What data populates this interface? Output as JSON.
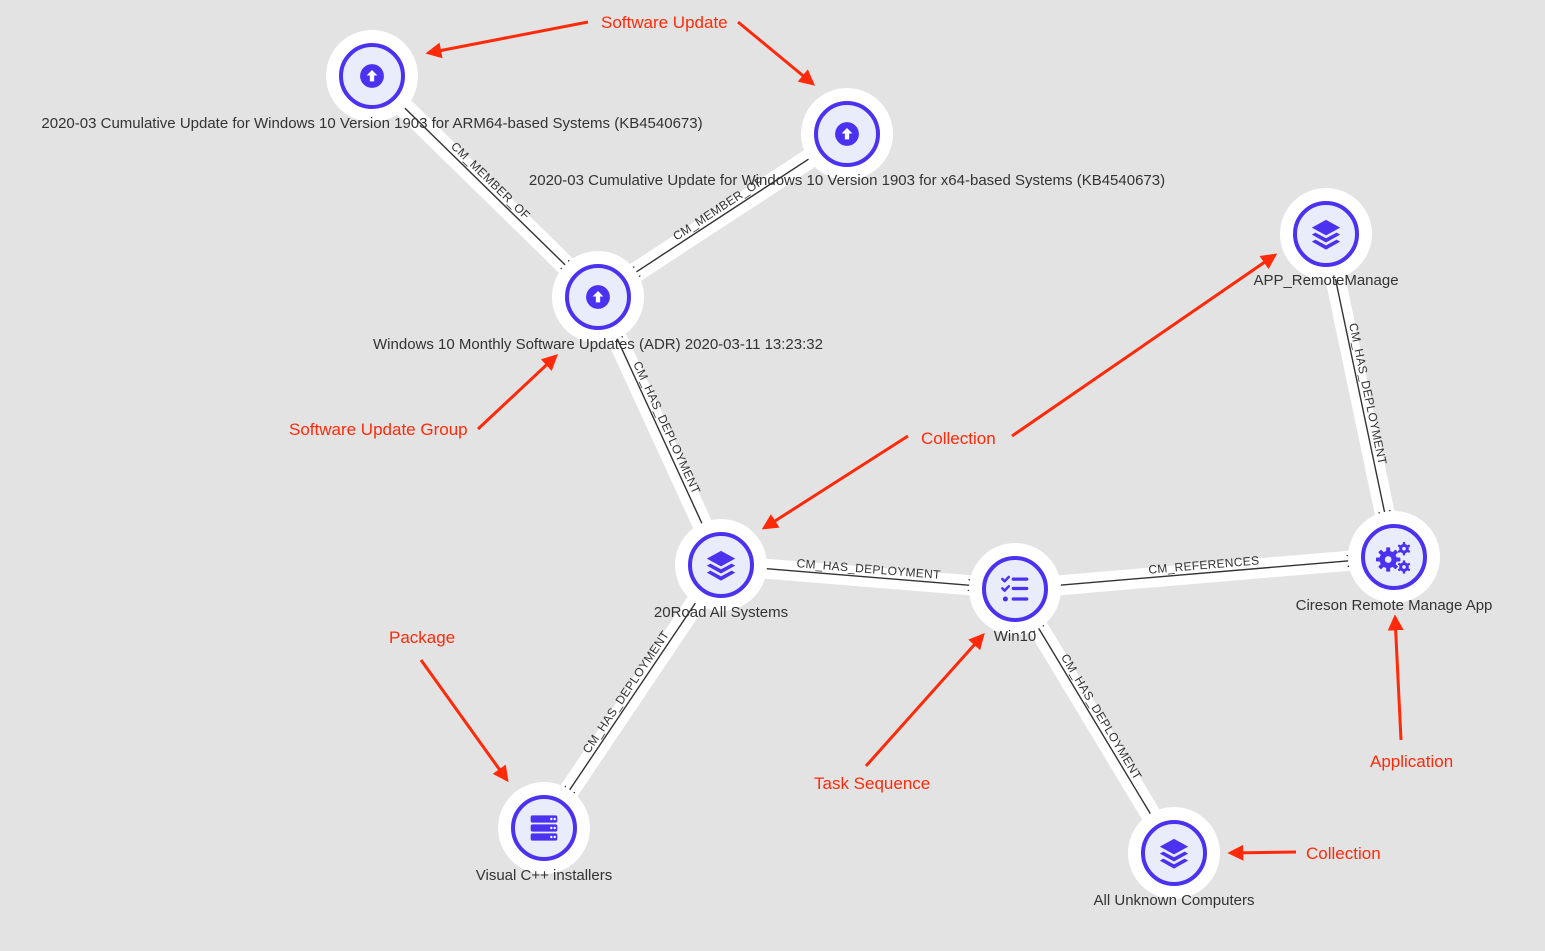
{
  "graph": {
    "nodes": {
      "kb_arm64": {
        "label": "2020-03 Cumulative Update for Windows 10 Version 1903 for ARM64-based Systems (KB4540673)",
        "icon": "upload-icon"
      },
      "kb_x64": {
        "label": "2020-03 Cumulative Update for Windows 10 Version 1903 for x64-based Systems (KB4540673)",
        "icon": "upload-icon"
      },
      "sug": {
        "label": "Windows 10 Monthly Software Updates (ADR) 2020-03-11 13:23:32",
        "icon": "upload-icon"
      },
      "app_remote": {
        "label": "APP_RemoteManage",
        "icon": "layers-icon"
      },
      "all_systems": {
        "label": "20Road All Systems",
        "icon": "layers-icon"
      },
      "win10": {
        "label": "Win10",
        "icon": "task-list-icon"
      },
      "cireson": {
        "label": "Cireson Remote Manage App",
        "icon": "gears-icon"
      },
      "vcpp": {
        "label": "Visual C++ installers",
        "icon": "server-stack-icon"
      },
      "unknown": {
        "label": "All Unknown Computers",
        "icon": "layers-icon"
      }
    },
    "edges": {
      "e1": {
        "from": "kb_arm64",
        "to": "sug",
        "label": "CM_MEMBER_OF"
      },
      "e2": {
        "from": "kb_x64",
        "to": "sug",
        "label": "CM_MEMBER_OF"
      },
      "e3": {
        "from": "all_systems",
        "to": "sug",
        "label": "CM_HAS_DEPLOYMENT"
      },
      "e4": {
        "from": "all_systems",
        "to": "win10",
        "label": "CM_HAS_DEPLOYMENT"
      },
      "e5": {
        "from": "all_systems",
        "to": "vcpp",
        "label": "CM_HAS_DEPLOYMENT"
      },
      "e6": {
        "from": "win10",
        "to": "cireson",
        "label": "CM_REFERENCES"
      },
      "e7": {
        "from": "app_remote",
        "to": "cireson",
        "label": "CM_HAS_DEPLOYMENT"
      },
      "e8": {
        "from": "unknown",
        "to": "win10",
        "label": "CM_HAS_DEPLOYMENT"
      }
    }
  },
  "annotations": {
    "software_update": "Software Update",
    "software_update_group": "Software Update Group",
    "collection_top": "Collection",
    "package": "Package",
    "task_sequence": "Task Sequence",
    "application": "Application",
    "collection_bottom": "Collection"
  },
  "colors": {
    "background": "#e3e3e3",
    "node_ring": "#4a32f0",
    "node_fill": "#e8ecfb",
    "node_halo": "#ffffff",
    "edge": "#333333",
    "edge_halo": "#ffffff",
    "annotation": "#ff2a0a"
  }
}
